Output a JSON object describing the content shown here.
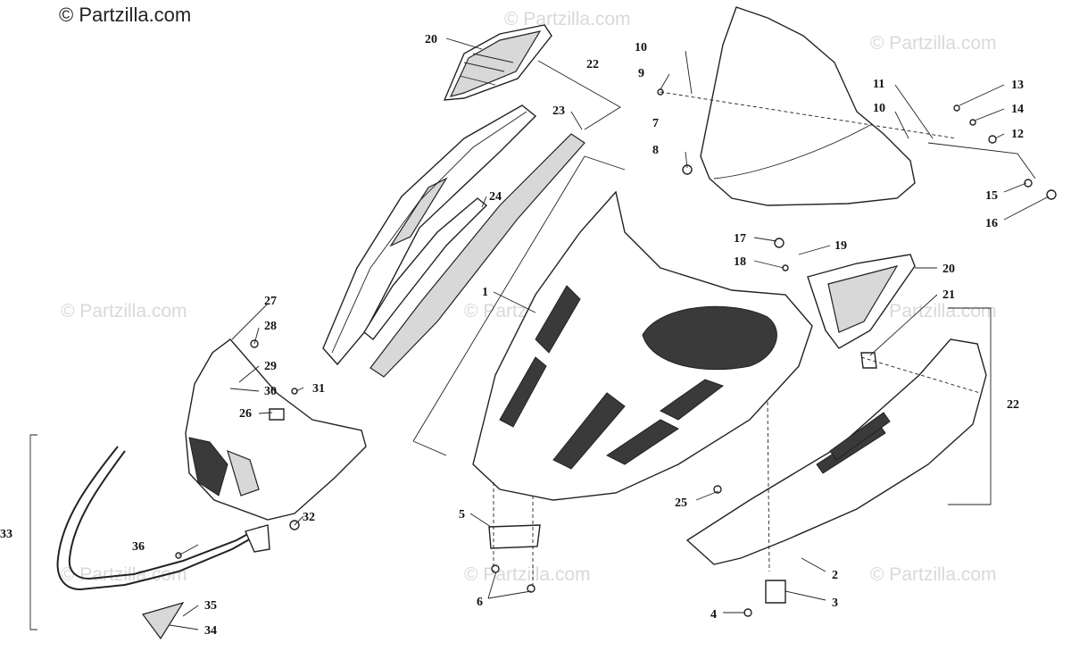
{
  "copyright": "© Partzilla.com",
  "watermark": "© Partzilla.com",
  "callouts": [
    "1",
    "2",
    "3",
    "4",
    "5",
    "6",
    "7",
    "8",
    "9",
    "10",
    "11",
    "12",
    "13",
    "14",
    "15",
    "16",
    "17",
    "18",
    "19",
    "20",
    "21",
    "22",
    "23",
    "24",
    "25",
    "26",
    "27",
    "28",
    "29",
    "30",
    "31",
    "32",
    "33",
    "34",
    "35",
    "36"
  ]
}
